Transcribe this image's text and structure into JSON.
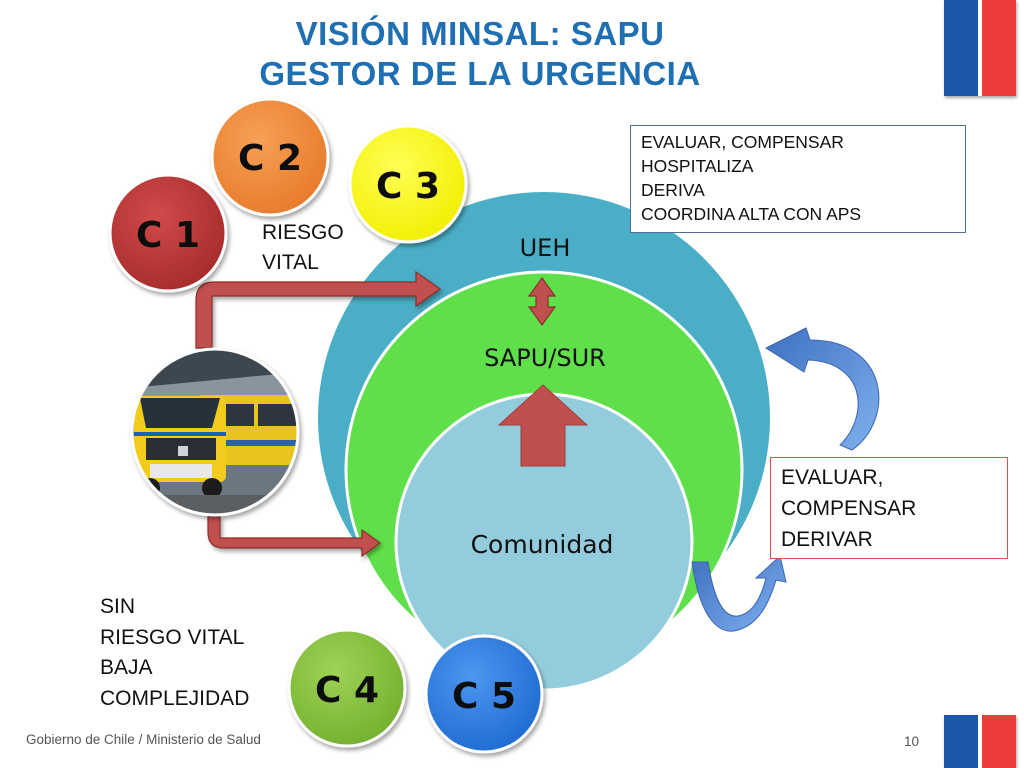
{
  "slide": {
    "title_line1": "VISIÓN MINSAL: SAPU",
    "title_line2": "GESTOR DE LA URGENCIA",
    "footer": "Gobierno de Chile / Ministerio de Salud",
    "page_number": "10"
  },
  "circles": {
    "ueh": "UEH",
    "sapu": "SAPU/SUR",
    "comunidad": "Comunidad"
  },
  "badges": {
    "c1": "C 1",
    "c2": "C 2",
    "c3": "C 3",
    "c4": "C 4",
    "c5": "C 5"
  },
  "labels": {
    "riesgo_vital": [
      "RIESGO",
      "VITAL"
    ],
    "sin_riesgo": [
      "SIN",
      "RIESGO VITAL",
      "BAJA",
      "COMPLEJIDAD"
    ]
  },
  "boxes": {
    "top": [
      "EVALUAR, COMPENSAR",
      "HOSPITALIZA",
      "DERIVA",
      "COORDINA ALTA CON APS"
    ],
    "right": [
      "EVALUAR,",
      "COMPENSAR",
      "DERIVAR"
    ]
  },
  "colors": {
    "title": "#1f6fb2",
    "ueh": "#4aaec6",
    "sapu": "#5fe04a",
    "comunidad": "#93cddd",
    "c1": "#bf3a3a",
    "c2": "#f08c3c",
    "c3": "#ffff1a",
    "c4": "#8cc640",
    "c5": "#2f80e3",
    "arrow_red": "#c0504d",
    "arrow_blue": "#4a7ec8"
  },
  "image": {
    "description_icon": "ambulance-photo"
  }
}
